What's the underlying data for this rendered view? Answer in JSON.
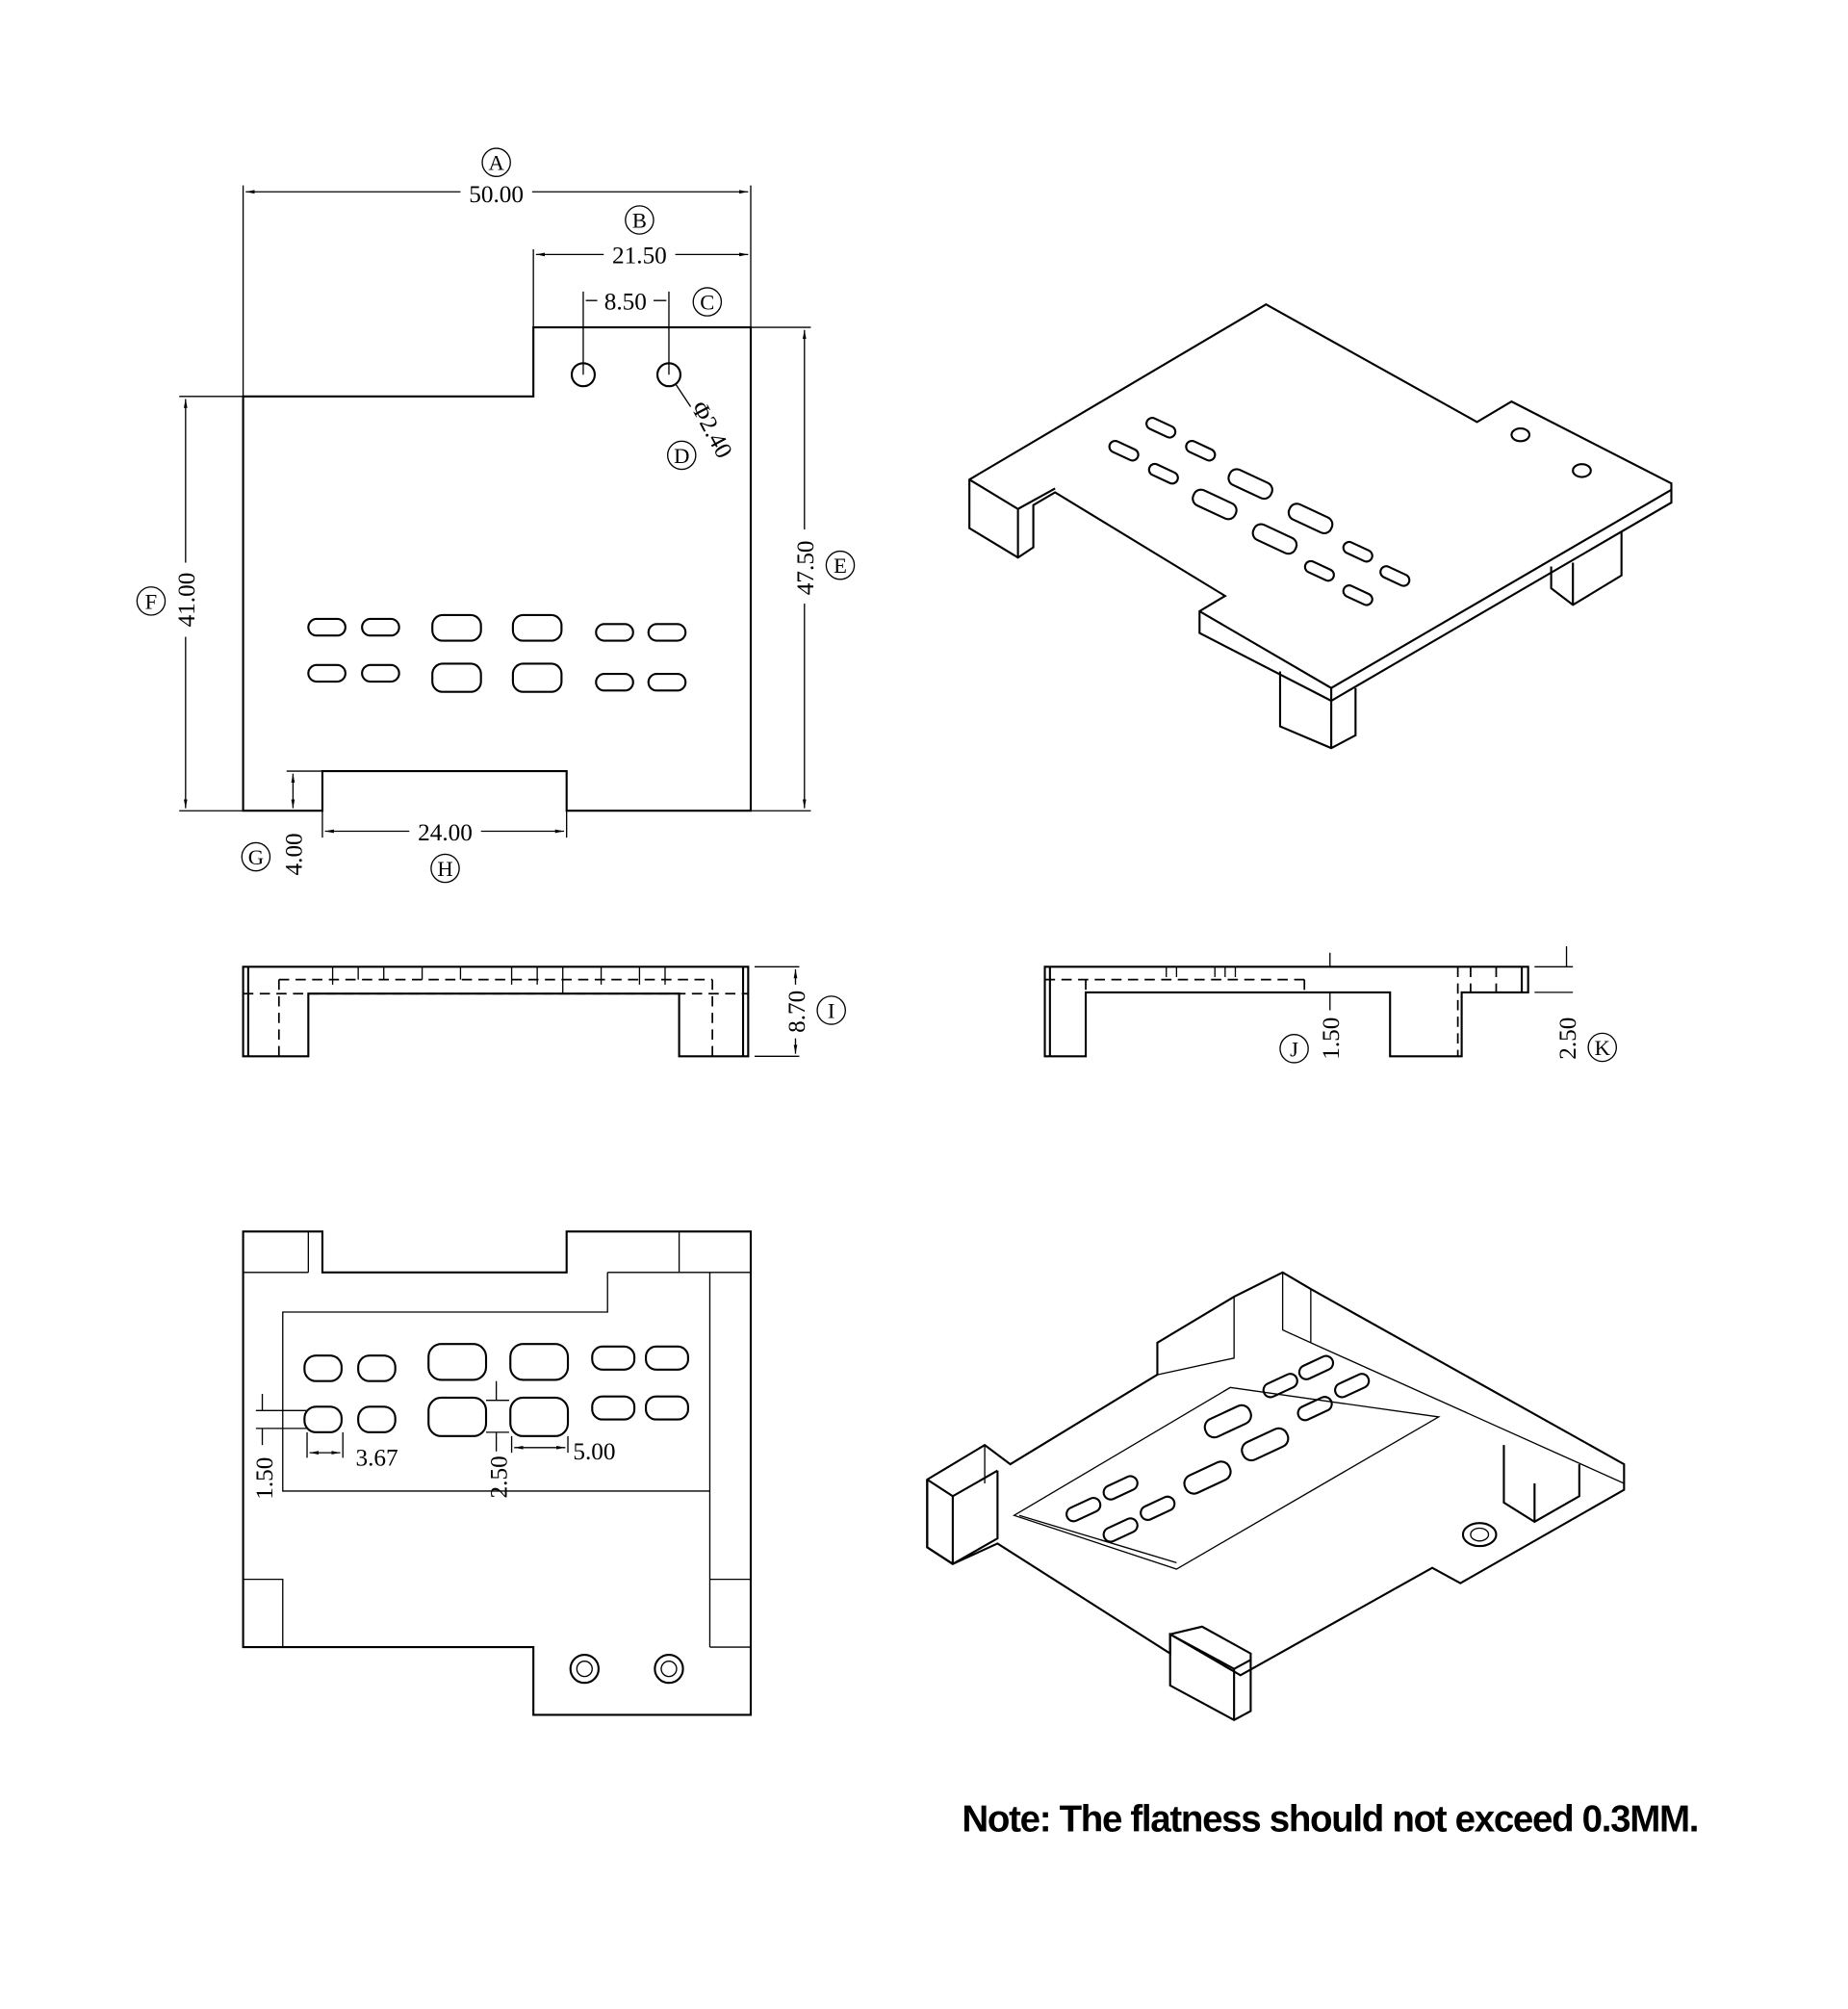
{
  "drawing": {
    "callouts": {
      "A": "A",
      "B": "B",
      "C": "C",
      "D": "D",
      "E": "E",
      "F": "F",
      "G": "G",
      "H": "H",
      "I": "I",
      "J": "J",
      "K": "K"
    },
    "dimensions": {
      "A": "50.00",
      "B": "21.50",
      "C": "8.50",
      "D": "Φ2.40",
      "E": "47.50",
      "F": "41.00",
      "G": "4.00",
      "H": "24.00",
      "I": "8.70",
      "J": "1.50",
      "K": "2.50",
      "slot_gap": "1.50",
      "slot_width": "3.67",
      "big_slot_gap": "2.50",
      "big_slot_width": "5.00"
    },
    "note": "Note: The flatness should not exceed 0.3MM."
  }
}
